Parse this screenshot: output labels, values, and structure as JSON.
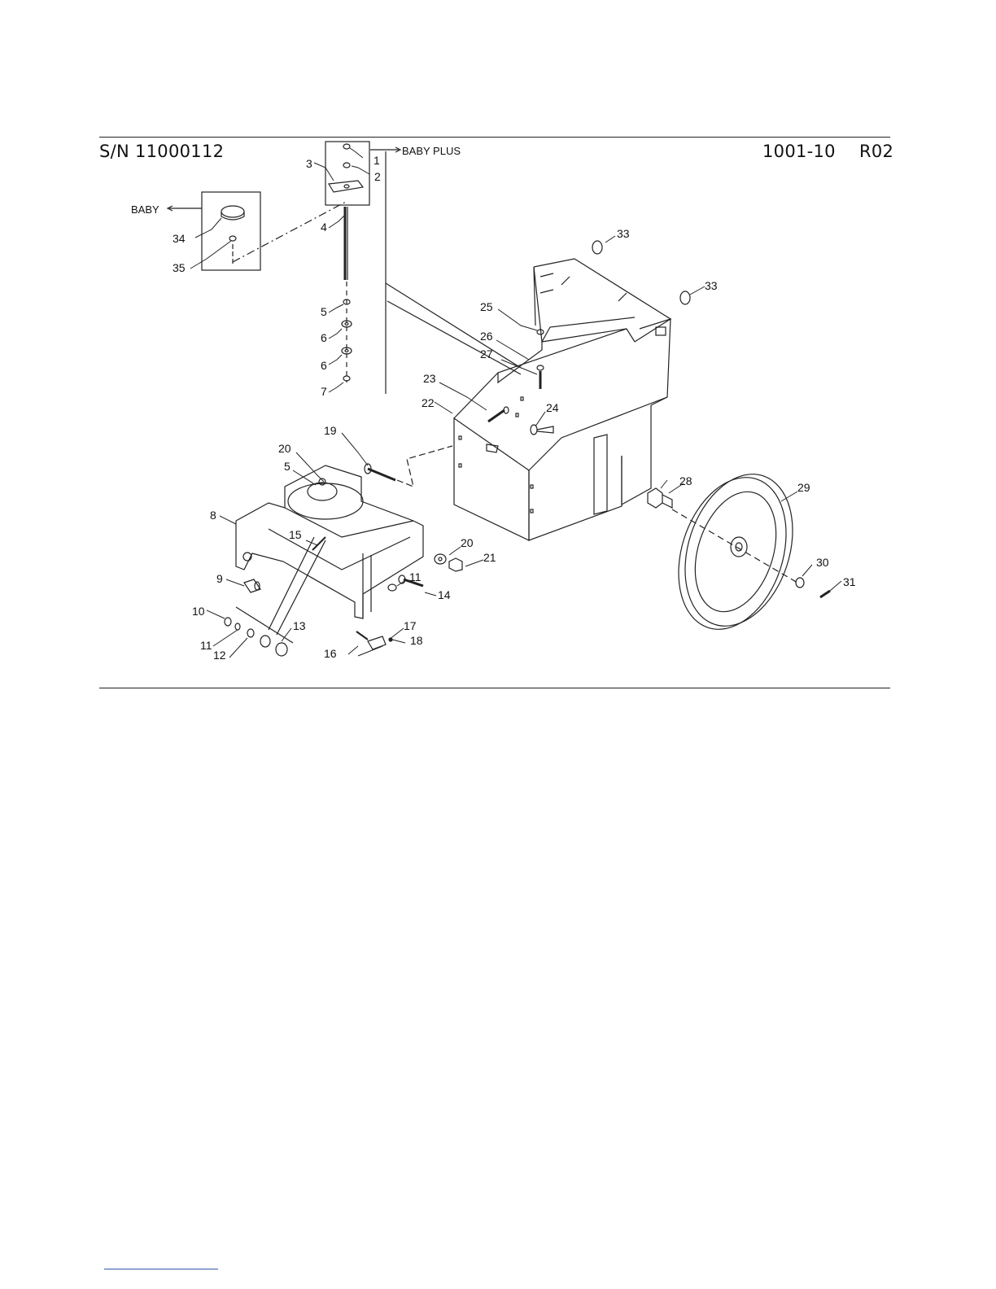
{
  "header": {
    "serial": "S/N 11000112",
    "drawing_number": "1001-10",
    "revision": "R02"
  },
  "variants": {
    "baby_plus": "BABY PLUS",
    "baby": "BABY"
  },
  "callouts": [
    "1",
    "2",
    "3",
    "4",
    "5",
    "6",
    "6",
    "7",
    "8",
    "9",
    "10",
    "11",
    "11",
    "12",
    "13",
    "14",
    "15",
    "16",
    "17",
    "18",
    "19",
    "20",
    "20",
    "5",
    "21",
    "22",
    "23",
    "24",
    "25",
    "26",
    "27",
    "28",
    "29",
    "30",
    "31",
    "33",
    "33",
    "34",
    "35"
  ]
}
